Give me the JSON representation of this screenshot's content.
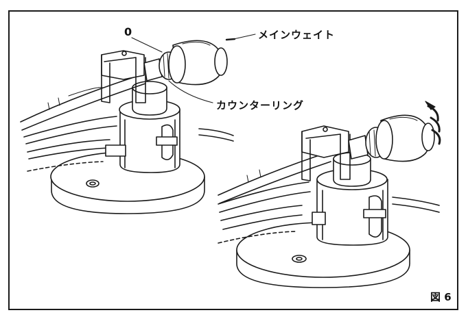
{
  "labels": {
    "zero_mark": "0",
    "main_weight": "メインウェイト",
    "counter_ring": "カウンターリング"
  },
  "figure": {
    "number": "図 6"
  }
}
